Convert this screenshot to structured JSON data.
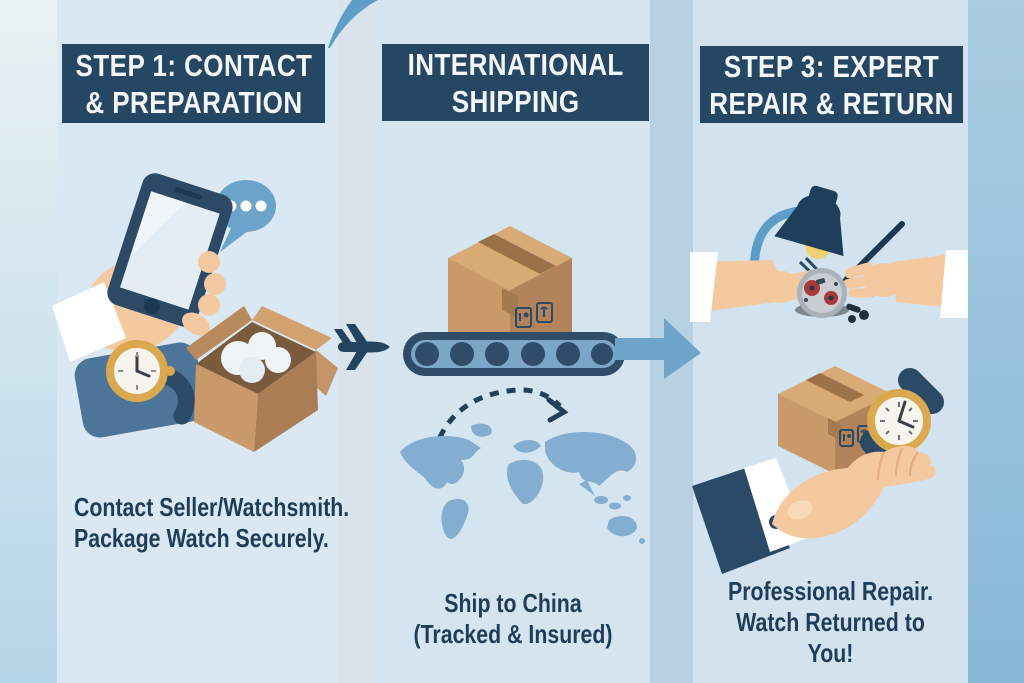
{
  "infographic": {
    "columns": [
      {
        "header_lines": [
          "STEP 1: CONTACT",
          "& PREPARATION"
        ],
        "caption_lines": [
          "Contact Seller/Watchsmith.",
          "Package Watch Securely."
        ],
        "icons": [
          "hand-holding-phone",
          "speech-bubble",
          "watch-on-tray",
          "open-packing-box"
        ]
      },
      {
        "header_lines": [
          "INTERNATIONAL",
          "SHIPPING"
        ],
        "caption_lines": [
          "Ship to China",
          "(Tracked & Insured)"
        ],
        "icons": [
          "airplane",
          "package-box-on-conveyor",
          "conveyor-belt",
          "flow-arrow",
          "dashed-route-arrow",
          "world-map"
        ]
      },
      {
        "header_lines": [
          "STEP 3: EXPERT",
          "REPAIR & RETURN"
        ],
        "caption_lines": [
          "Professional Repair.",
          "Watch Returned to",
          "You!"
        ],
        "icons": [
          "desk-lamp",
          "repair-hands-with-tools",
          "watch-movement",
          "return-package-box",
          "wristwatch",
          "open-hand"
        ]
      }
    ],
    "colors": {
      "header_bg": "#254763",
      "header_text": "#f3f7fa",
      "caption_text": "#1f3d59",
      "panel_light_blue": "#d9e8f2",
      "gap_blue": "#b7d1e2",
      "edge_blue": "#88b8d6",
      "accent_blue": "#6ea4c9",
      "map_blue": "#84aed1",
      "navy_icon": "#2b4a66",
      "cardboard": "#c9996a",
      "cardboard_dark": "#b2835a",
      "cardboard_light": "#d8aa76",
      "tape_brown": "#9b7248",
      "skin": "#f4c9a0",
      "gold": "#d9a84f",
      "lamp_glow": "#f0d077",
      "tray_blue": "#4d7499"
    }
  }
}
